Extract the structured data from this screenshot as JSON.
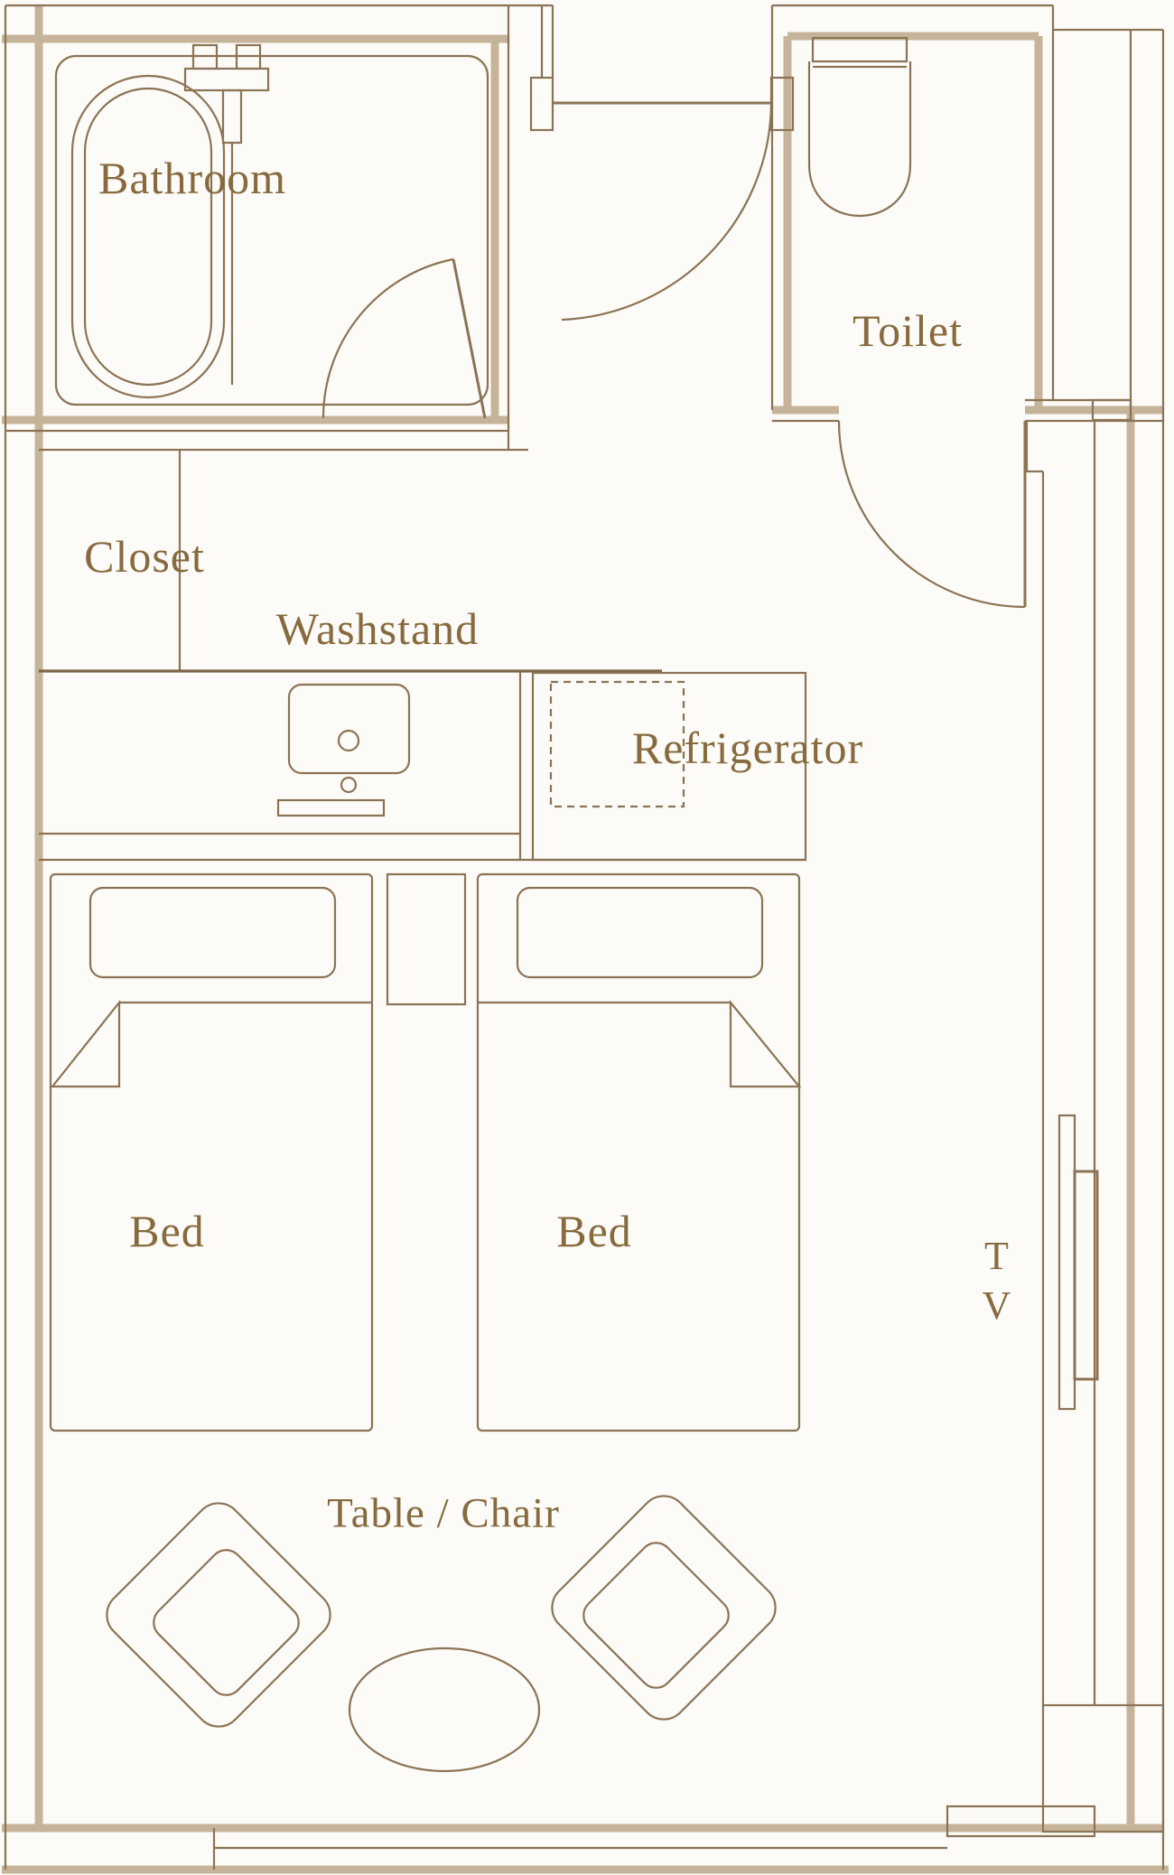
{
  "title": "Hotel twin room floor plan",
  "colors": {
    "background": "#fcfbf7",
    "wall_thick": "#c6b49a",
    "line_thin": "#8c7355",
    "counter_line": "#7d6749",
    "label_text": "#876a3e"
  },
  "rooms": {
    "bathroom": {
      "label": "Bathroom"
    },
    "toilet": {
      "label": "Toilet"
    },
    "closet": {
      "label": "Closet"
    },
    "washstand": {
      "label": "Washstand"
    },
    "refrigerator": {
      "label": "Refrigerator"
    },
    "bed_left": {
      "label": "Bed"
    },
    "bed_right": {
      "label": "Bed"
    },
    "table_chair": {
      "label": "Table / Chair"
    },
    "tv": {
      "line1": "T",
      "line2": "V"
    }
  },
  "fixtures": [
    "bathtub",
    "shower-faucet",
    "toilet-bowl",
    "sink",
    "refrigerator-dashed-outline",
    "pillow-left",
    "pillow-right",
    "nightstand",
    "tv-panel",
    "armchair-left",
    "armchair-right",
    "oval-table",
    "entrance-door-swing",
    "bathroom-door-swing",
    "toilet-door-swing",
    "window-band"
  ]
}
